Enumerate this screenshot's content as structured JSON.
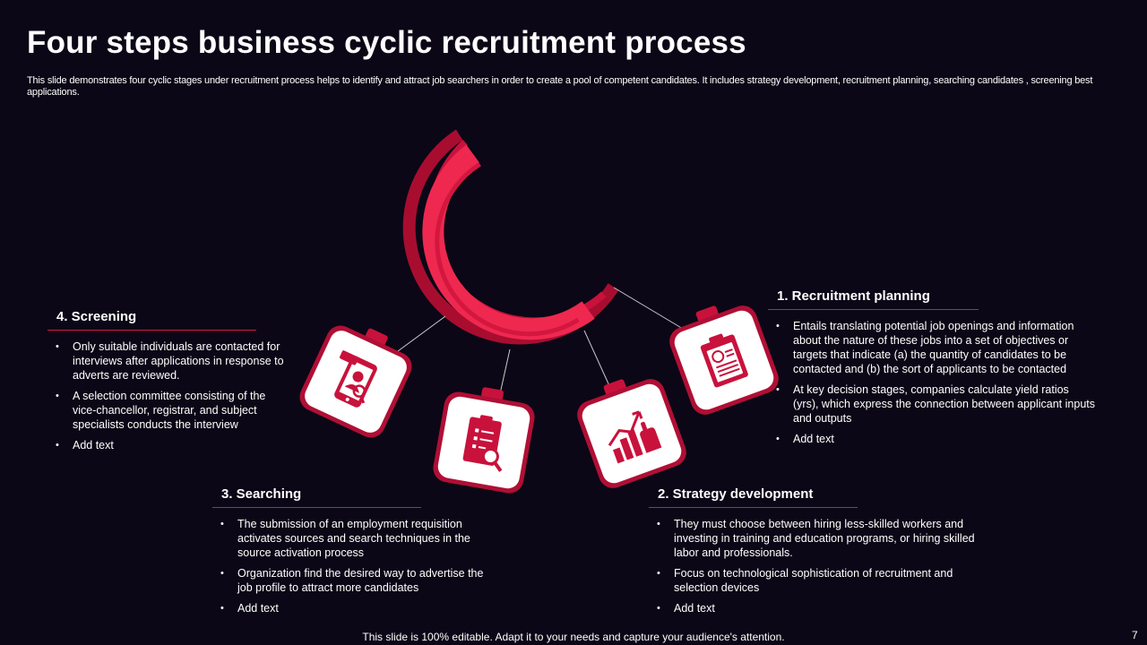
{
  "slide": {
    "title": "Four steps business cyclic recruitment process",
    "subtitle": "This slide demonstrates four cyclic stages under recruitment process helps to identify  and attract job searchers in order to create a pool of competent candidates. It includes strategy development, recruitment planning, searching candidates , screening best applications.",
    "footer": "This slide is 100% editable. Adapt it to your needs and capture your audience's attention.",
    "page_number": "7"
  },
  "colors": {
    "background": "#0b0716",
    "accent": "#d9163f",
    "accent_dark": "#a80d30",
    "accent_light": "#f0264f",
    "card": "#ffffff"
  },
  "steps": [
    {
      "heading": "1. Recruitment planning",
      "icon": "clipboard-profile-icon",
      "bullets": [
        "Entails translating potential job openings and information about the nature of these jobs into a set of objectives  or targets that indicate (a) the quantity of candidates to be contacted and (b) the sort of applicants to be contacted",
        "At key decision stages, companies calculate yield ratios (yrs), which express the connection between applicant inputs and outputs",
        "Add text"
      ]
    },
    {
      "heading": "2. Strategy development",
      "icon": "growth-chart-hand-icon",
      "bullets": [
        "They must choose between hiring less-skilled workers and investing in training and education programs, or hiring skilled labor and professionals.",
        "Focus on technological sophistication of recruitment  and selection devices",
        "Add text"
      ]
    },
    {
      "heading": "3. Searching",
      "icon": "checklist-search-icon",
      "bullets": [
        "The submission of an employment requisition activates sources and search techniques in the source activation  process",
        "Organization find the desired  way to advertise the job profile  to attract more candidates",
        "Add text"
      ]
    },
    {
      "heading": "4. Screening",
      "icon": "mobile-profile-search-icon",
      "bullets": [
        "Only suitable individuals  are contacted for interviews  after applications in response to adverts  are reviewed.",
        " A selection committee consisting of the vice-chancellor,  registrar,  and subject specialists conducts the interview",
        "Add text"
      ]
    }
  ]
}
